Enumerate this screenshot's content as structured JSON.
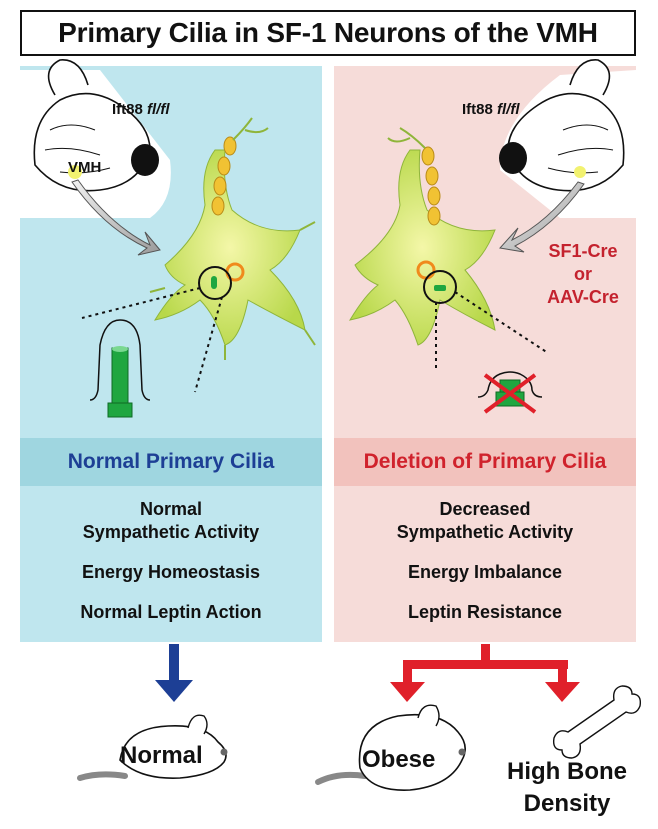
{
  "title": "Primary Cilia in SF-1 Neurons of the VMH",
  "left": {
    "gene_prefix": "Ift88",
    "gene_suffix": "fl/fl",
    "brain_label": "VMH",
    "band": "Normal Primary Cilia",
    "lines": [
      "Normal",
      "Sympathetic Activity",
      "Energy Homeostasis",
      "Normal Leptin Action"
    ],
    "outcome": "Normal"
  },
  "right": {
    "gene_prefix": "Ift88",
    "gene_suffix": "fl/fl",
    "cre_lines": [
      "SF1-Cre",
      "or",
      "AAV-Cre"
    ],
    "band": "Deletion of Primary Cilia",
    "lines": [
      "Decreased",
      "Sympathetic Activity",
      "Energy Imbalance",
      "Leptin Resistance"
    ],
    "outcome_1": "Obese",
    "outcome_2_line1": "High Bone",
    "outcome_2_line2": "Density"
  },
  "colors": {
    "left_panel": "#bfe6ee",
    "right_panel": "#f6dcd9",
    "blue_arrow": "#1d3f95",
    "red_arrow": "#e0202a",
    "neuron": "#d6ea6a",
    "cilium": "#1fa640"
  },
  "icons": [
    "mouse-brain-icon",
    "neuron-icon",
    "cilium-icon",
    "mouse-icon",
    "bone-icon"
  ]
}
